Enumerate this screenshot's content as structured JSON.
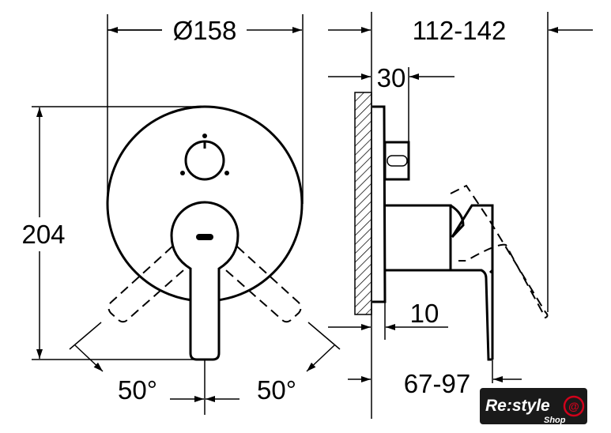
{
  "dimensions": {
    "diameter": "Ø158",
    "height": "204",
    "projection": "112-142",
    "plate_depth": "30",
    "offset": "10",
    "body_depth": "67-97",
    "angle_left": "50°",
    "angle_right": "50°"
  },
  "logo": {
    "name": "Re:style",
    "sub": "Shop",
    "accent": "#d0021b"
  }
}
